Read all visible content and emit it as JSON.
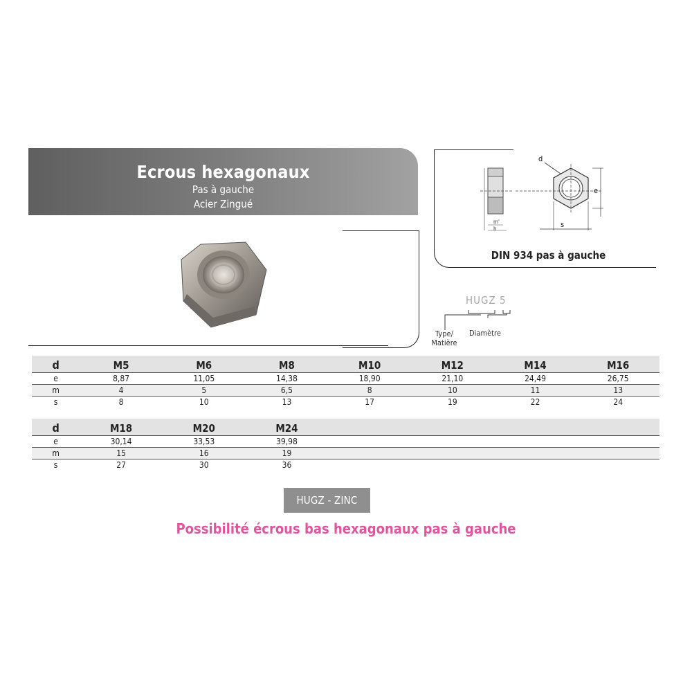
{
  "header": {
    "title": "Ecrous hexagonaux",
    "subtitle1": "Pas à gauche",
    "subtitle2": "Acier Zingué"
  },
  "diagram": {
    "label": "DIN 934 pas à gauche",
    "dim_d": "d",
    "dim_e": "e",
    "dim_s": "s",
    "dim_m": "m'",
    "dim_h": "h"
  },
  "code": {
    "text": "HUGZ  5",
    "type_label_line1": "Type/",
    "type_label_line2": "Matière",
    "diameter_label": "Diamètre"
  },
  "table1": {
    "header_label": "d",
    "columns": [
      "M5",
      "M6",
      "M8",
      "M10",
      "M12",
      "M14",
      "M16"
    ],
    "rows": [
      {
        "label": "e",
        "values": [
          "8,87",
          "11,05",
          "14,38",
          "18,90",
          "21,10",
          "24,49",
          "26,75"
        ]
      },
      {
        "label": "m",
        "values": [
          "4",
          "5",
          "6,5",
          "8",
          "10",
          "11",
          "13"
        ]
      },
      {
        "label": "s",
        "values": [
          "8",
          "10",
          "13",
          "17",
          "19",
          "22",
          "24"
        ]
      }
    ]
  },
  "table2": {
    "header_label": "d",
    "columns": [
      "M18",
      "M20",
      "M24",
      "",
      "",
      "",
      ""
    ],
    "rows": [
      {
        "label": "e",
        "values": [
          "30,14",
          "33,53",
          "39,98",
          "",
          "",
          "",
          ""
        ]
      },
      {
        "label": "m",
        "values": [
          "15",
          "16",
          "19",
          "",
          "",
          "",
          ""
        ]
      },
      {
        "label": "s",
        "values": [
          "27",
          "30",
          "36",
          "",
          "",
          "",
          ""
        ]
      }
    ]
  },
  "button": {
    "label": "HUGZ - ZINC"
  },
  "note": {
    "text": "Possibilité écrous bas hexagonaux pas à gauche"
  },
  "colors": {
    "accent_pink": "#e0559c",
    "banner_grey": "#7d7d7d",
    "button_grey": "#8f8f8f"
  }
}
